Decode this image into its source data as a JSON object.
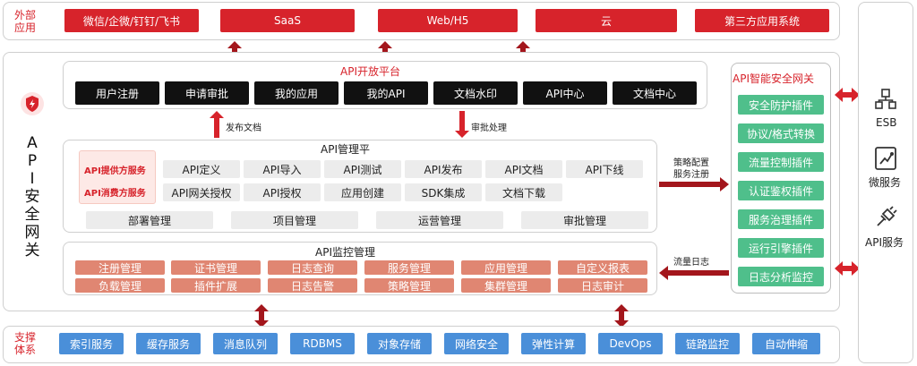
{
  "external": {
    "label": "外部\n应用",
    "apps": [
      "微信/企微/钉钉/飞书",
      "SaaS",
      "Web/H5",
      "云",
      "第三方应用系统"
    ]
  },
  "open_platform": {
    "title": "API开放平台",
    "buttons": [
      "用户注册",
      "申请审批",
      "我的应用",
      "我的API",
      "文档水印",
      "API中心",
      "文档中心"
    ]
  },
  "gateway_label": "API安全网关",
  "flow_labels": {
    "publish_docs": "发布文档",
    "approval": "审批处理",
    "policy_config": "策略配置",
    "service_register": "服务注册",
    "traffic_log": "流量日志"
  },
  "management": {
    "title": "API管理平",
    "provider_label": "API提供方服务",
    "consumer_label": "API消费方服务",
    "provider_items": [
      "API定义",
      "API导入",
      "API测试",
      "API发布",
      "API文档",
      "API下线"
    ],
    "consumer_items": [
      "API网关授权",
      "API授权",
      "应用创建",
      "SDK集成",
      "文档下载"
    ],
    "bottom_items": [
      "部署管理",
      "项目管理",
      "运营管理",
      "审批管理"
    ]
  },
  "monitoring": {
    "title": "API监控管理",
    "row1": [
      "注册管理",
      "证书管理",
      "日志查询",
      "服务管理",
      "应用管理",
      "自定义报表"
    ],
    "row2": [
      "负载管理",
      "插件扩展",
      "日志告警",
      "策略管理",
      "集群管理",
      "日志审计"
    ]
  },
  "smart_gateway": {
    "title": "API智能安全网关",
    "plugins": [
      "安全防护插件",
      "协议/格式转换",
      "流量控制插件",
      "认证鉴权插件",
      "服务治理插件",
      "运行引擎插件",
      "日志分析监控"
    ]
  },
  "right_services": [
    {
      "label": "ESB",
      "icon": "esb-icon"
    },
    {
      "label": "微服务",
      "icon": "microservice-icon"
    },
    {
      "label": "API服务",
      "icon": "api-plug-icon"
    }
  ],
  "support": {
    "label": "支撑\n体系",
    "items": [
      "索引服务",
      "缓存服务",
      "消息队列",
      "RDBMS",
      "对象存储",
      "网络安全",
      "弹性计算",
      "DevOps",
      "链路监控",
      "自动伸缩"
    ]
  },
  "colors": {
    "red": "#d7232b",
    "dark_red": "#a3161c",
    "salmon": "#e08672",
    "green": "#4fbf8b",
    "blue": "#4a8fd9"
  }
}
